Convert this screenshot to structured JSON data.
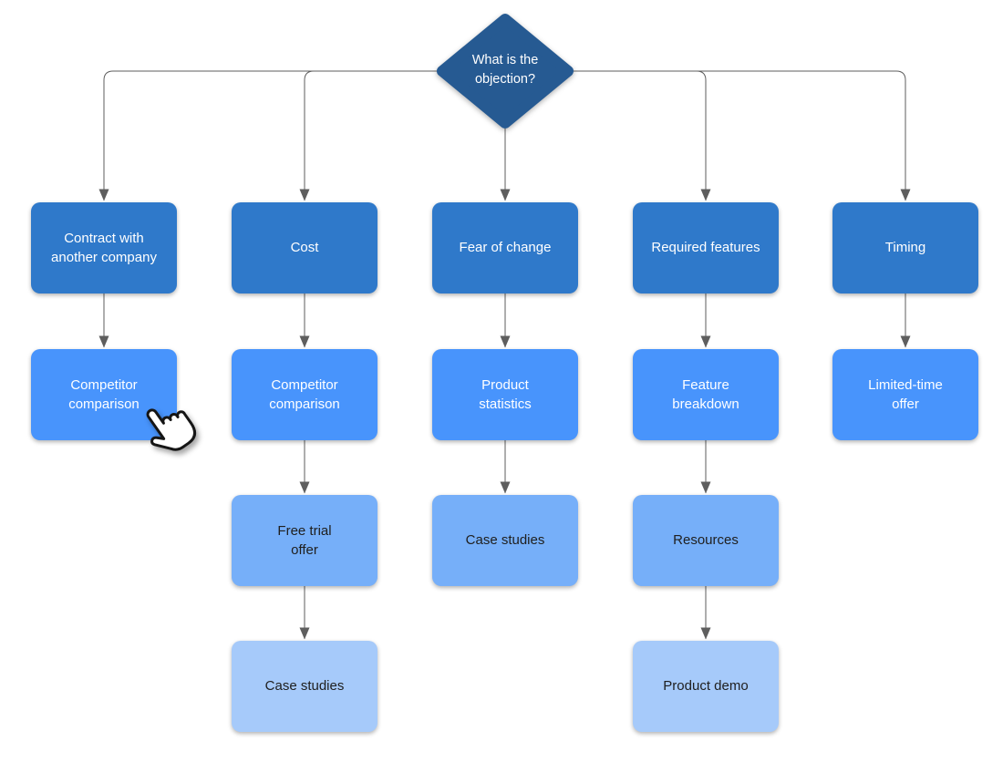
{
  "diagram": {
    "question": {
      "label": "What is the\nobjection?"
    },
    "nodes": {
      "c1r1": {
        "label": "Contract with\nanother company",
        "level": 1
      },
      "c1r2": {
        "label": "Competitor\ncomparison",
        "level": 2
      },
      "c2r1": {
        "label": "Cost",
        "level": 1
      },
      "c2r2": {
        "label": "Competitor\ncomparison",
        "level": 2
      },
      "c2r3": {
        "label": "Free trial\noffer",
        "level": 3
      },
      "c2r4": {
        "label": "Case studies",
        "level": 4
      },
      "c3r1": {
        "label": "Fear of change",
        "level": 1
      },
      "c3r2": {
        "label": "Product\nstatistics",
        "level": 2
      },
      "c3r3": {
        "label": "Case studies",
        "level": 3
      },
      "c4r1": {
        "label": "Required features",
        "level": 1
      },
      "c4r2": {
        "label": "Feature\nbreakdown",
        "level": 2
      },
      "c4r3": {
        "label": "Resources",
        "level": 3
      },
      "c4r4": {
        "label": "Product demo",
        "level": 4
      },
      "c5r1": {
        "label": "Timing",
        "level": 1
      },
      "c5r2": {
        "label": "Limited-time\noffer",
        "level": 2
      }
    },
    "edges": [
      [
        "question",
        "c1r1"
      ],
      [
        "question",
        "c2r1"
      ],
      [
        "question",
        "c3r1"
      ],
      [
        "question",
        "c4r1"
      ],
      [
        "question",
        "c5r1"
      ],
      [
        "c1r1",
        "c1r2"
      ],
      [
        "c2r1",
        "c2r2"
      ],
      [
        "c2r2",
        "c2r3"
      ],
      [
        "c2r3",
        "c2r4"
      ],
      [
        "c3r1",
        "c3r2"
      ],
      [
        "c3r2",
        "c3r3"
      ],
      [
        "c4r1",
        "c4r2"
      ],
      [
        "c4r2",
        "c4r3"
      ],
      [
        "c4r3",
        "c4r4"
      ],
      [
        "c5r1",
        "c5r2"
      ]
    ]
  },
  "palette": {
    "diamond": "#265A92",
    "level1": "#2F79CA",
    "level2": "#4894FC",
    "level3": "#76AFF9",
    "level4": "#A6CAFA",
    "connector": "#5E5E5E",
    "background": "#FFFFFF"
  },
  "cursor": {
    "icon": "hand-pointer-cursor"
  }
}
